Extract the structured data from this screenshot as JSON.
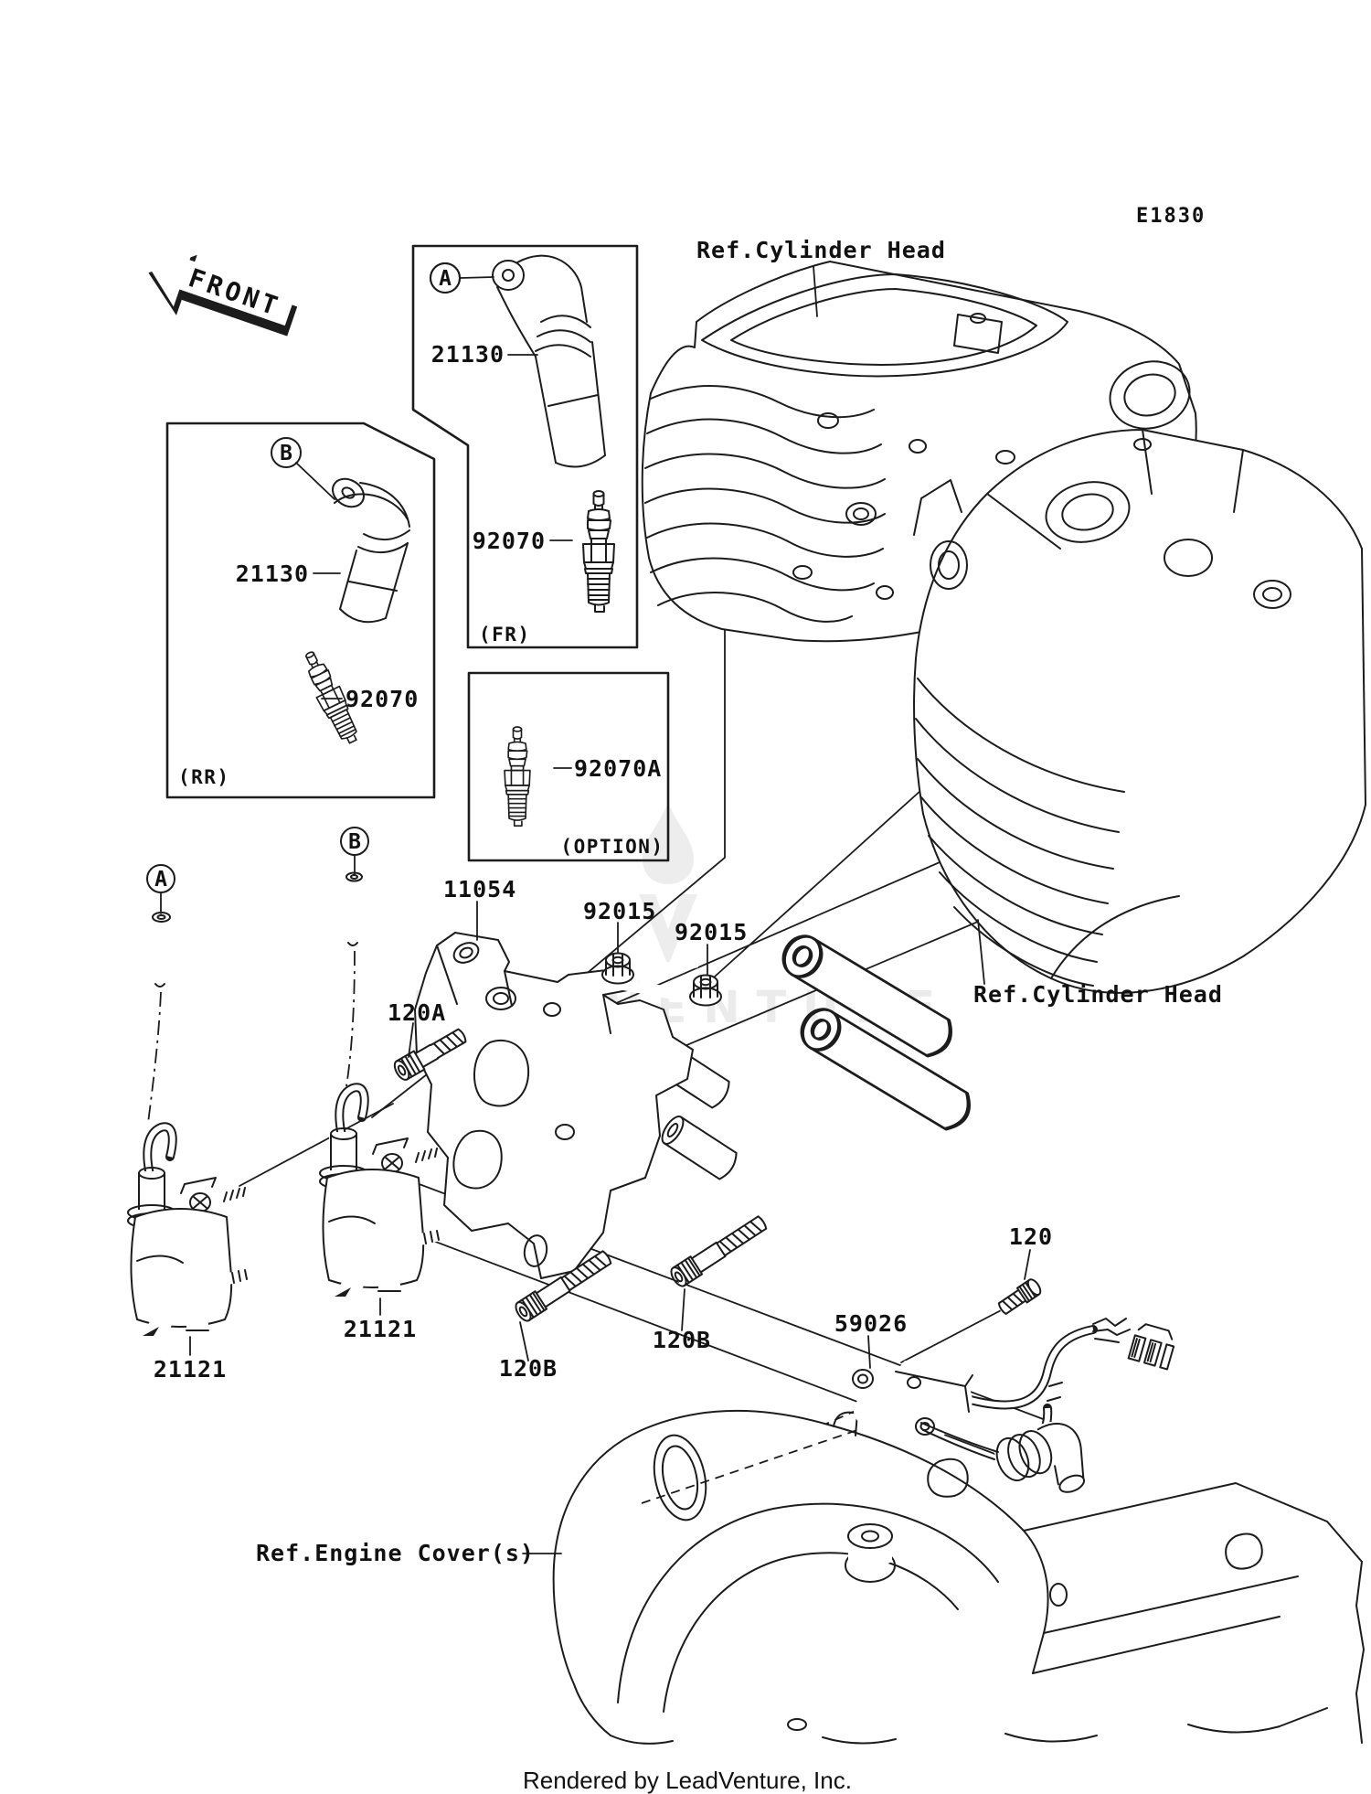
{
  "colors": {
    "background": "#ffffff",
    "line": "#1c1c1c",
    "watermark_gray": "#ebebeb"
  },
  "header": {
    "diagram_code": "E1830"
  },
  "front_arrow": {
    "label": "FRONT"
  },
  "references": {
    "cyl_head_top": "Ref.Cylinder Head",
    "cyl_head_right": "Ref.Cylinder Head",
    "engine_cover": "Ref.Engine Cover(s)"
  },
  "boxes": {
    "fr": "(FR)",
    "rr": "(RR)",
    "option": "(OPTION)"
  },
  "callouts": {
    "a": "A",
    "b": "B"
  },
  "parts": {
    "stick_coil_fr": "21130",
    "stick_coil_rr": "21130",
    "spark_plug_fr": "92070",
    "spark_plug_rr": "92070",
    "spark_plug_option": "92070A",
    "bracket": "11054",
    "nut_1": "92015",
    "nut_2": "92015",
    "bolt_120a": "120A",
    "bolt_120b_1": "120B",
    "bolt_120b_2": "120B",
    "bolt_120": "120",
    "pickup_coil": "59026",
    "ignition_coil_a": "21121",
    "ignition_coil_b": "21121"
  },
  "watermark": {
    "text": "LEADVENTURE"
  },
  "footer": {
    "text": "Rendered by LeadVenture, Inc."
  }
}
